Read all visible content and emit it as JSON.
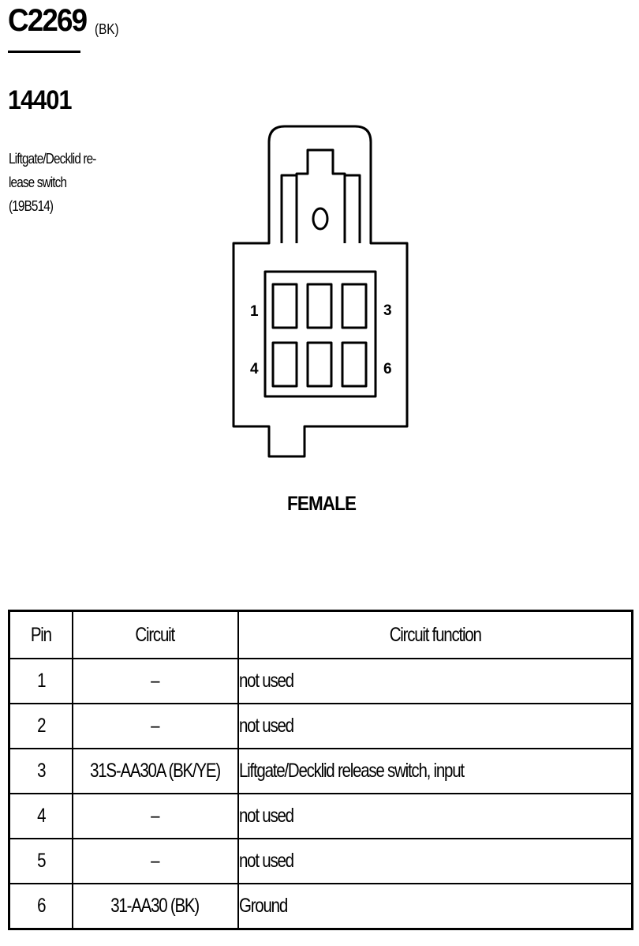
{
  "connector": {
    "id": "C2269",
    "color": "(BK)",
    "part_number": "14401",
    "description_lines": [
      "Liftgate/Decklid re-",
      "lease switch",
      "(19B514)"
    ],
    "gender": "FEMALE",
    "face_pin_labels": [
      "1",
      "3",
      "4",
      "6"
    ]
  },
  "table": {
    "headers": [
      "Pin",
      "Circuit",
      "Circuit function"
    ],
    "rows": [
      {
        "pin": "1",
        "circuit": "–",
        "function": "not used"
      },
      {
        "pin": "2",
        "circuit": "–",
        "function": "not used"
      },
      {
        "pin": "3",
        "circuit": "31S-AA30A (BK/YE)",
        "function": "Liftgate/Decklid release switch, input"
      },
      {
        "pin": "4",
        "circuit": "–",
        "function": "not used"
      },
      {
        "pin": "5",
        "circuit": "–",
        "function": "not used"
      },
      {
        "pin": "6",
        "circuit": "31-AA30 (BK)",
        "function": "Ground"
      }
    ]
  }
}
